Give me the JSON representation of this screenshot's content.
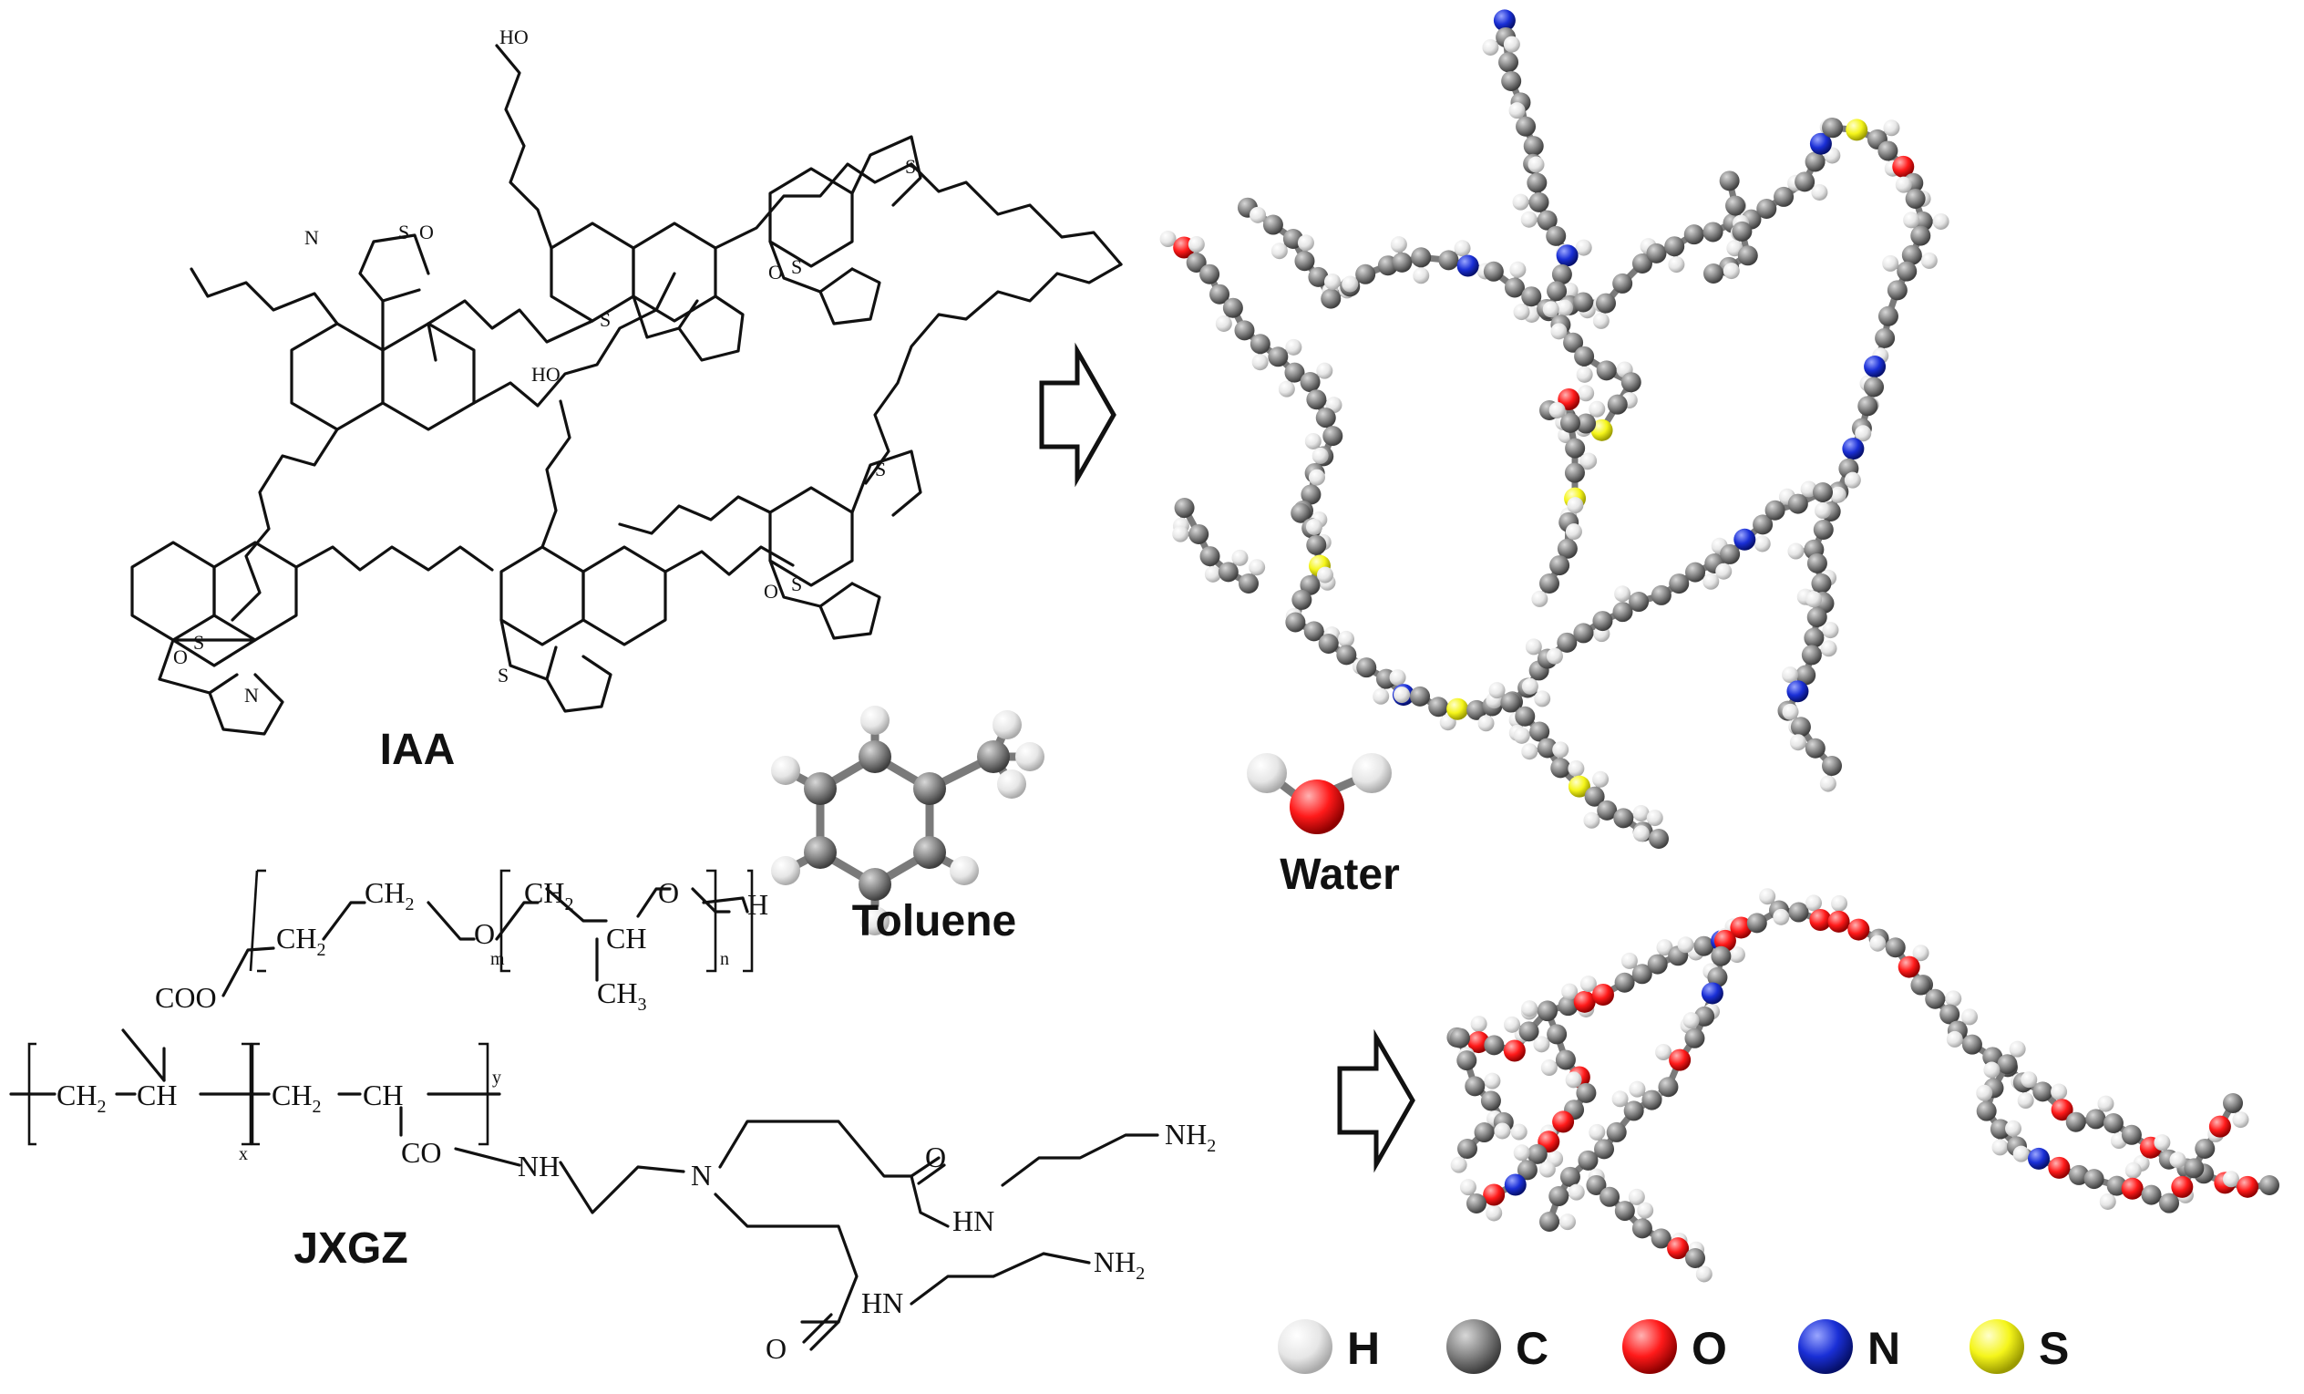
{
  "labels": {
    "iaa": "IAA",
    "jxgz": "JXGZ",
    "toluene": "Toluene",
    "water": "Water"
  },
  "atoms": {
    "ho": "HO",
    "n": "N",
    "s": "S",
    "o": "O",
    "nh": "NH",
    "hn": "HN",
    "nh2": "NH",
    "sub2": "2",
    "ch2": "CH",
    "ch": "CH",
    "ch3": "CH",
    "sub3": "3",
    "coo": "COO",
    "co": "CO",
    "h": "H",
    "m": "m",
    "n_sub": "n",
    "x": "x",
    "y": "y"
  },
  "legend": [
    {
      "symbol": "H",
      "color": "#f2f2f2",
      "shade": "#a9a9a9"
    },
    {
      "symbol": "C",
      "color": "#8a8a8a",
      "shade": "#3d3d3d"
    },
    {
      "symbol": "O",
      "color": "#ff1a1a",
      "shade": "#8e0000"
    },
    {
      "symbol": "N",
      "color": "#1a2fd6",
      "shade": "#06106b"
    },
    {
      "symbol": "S",
      "color": "#f5f51a",
      "shade": "#9a9a00"
    }
  ]
}
